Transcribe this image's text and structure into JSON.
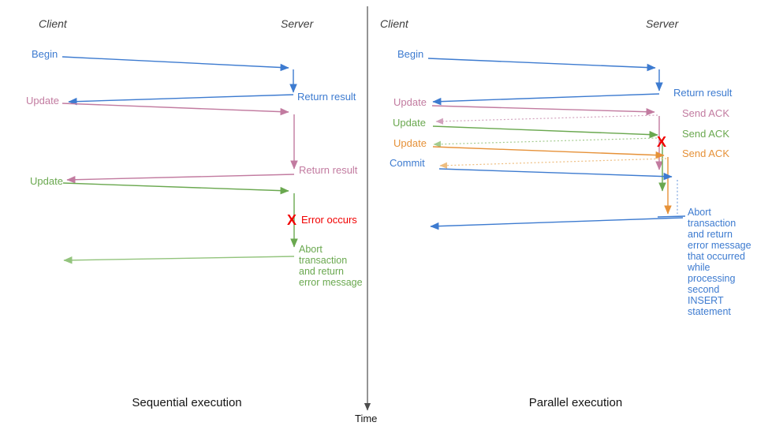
{
  "colors": {
    "blue": "#3d7bd0",
    "pink": "#c27ba0",
    "green": "#6aa84f",
    "light_green": "#93c47d",
    "orange": "#e69138",
    "red": "#f10000",
    "axis_gray": "#4d4d4d"
  },
  "axis": {
    "time_label": "Time"
  },
  "left": {
    "client_header": "Client",
    "server_header": "Server",
    "begin": "Begin",
    "return_result_1": "Return result",
    "update_1": "Update",
    "return_result_2": "Return result",
    "update_2": "Update",
    "error_mark": "X",
    "error_label": "Error occurs",
    "abort_note": "Abort\ntransaction\nand return\nerror message",
    "title": "Sequential execution"
  },
  "right": {
    "client_header": "Client",
    "server_header": "Server",
    "begin": "Begin",
    "return_result": "Return result",
    "update_1": "Update",
    "send_ack_1": "Send ACK",
    "update_2": "Update",
    "send_ack_2": "Send ACK",
    "update_3": "Update",
    "send_ack_3": "Send ACK",
    "commit": "Commit",
    "error_mark": "X",
    "abort_note": "Abort\ntransaction\nand return\nerror message\nthat occurred\nwhile\nprocessing\nsecond\nINSERT\nstatement",
    "title": "Parallel execution"
  }
}
